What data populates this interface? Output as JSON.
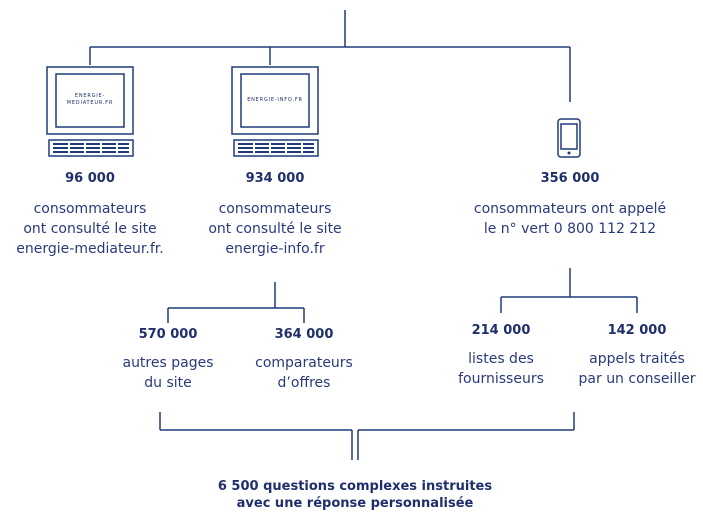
{
  "colors": {
    "stroke": "#1f3b7a",
    "text": "#1f2f6b"
  },
  "top": {
    "site_mediateur": {
      "screen_label_line1": "ENERGIE-",
      "screen_label_line2": "MEDIATEUR.FR",
      "value": "96 000",
      "description": [
        "consommateurs",
        "ont consulté le site",
        "energie-mediateur.fr."
      ]
    },
    "site_info": {
      "screen_label": "ENERGIE-INFO.FR",
      "value": "934 000",
      "description": [
        "consommateurs",
        "ont consulté le site",
        "energie-info.fr"
      ]
    },
    "phone": {
      "value": "356 000",
      "description": [
        "consommateurs ont appelé",
        "le n° vert 0 800 112 212"
      ]
    }
  },
  "middle": {
    "autres_pages": {
      "value": "570 000",
      "description": [
        "autres pages",
        "du site"
      ]
    },
    "comparateurs": {
      "value": "364 000",
      "description": [
        "comparateurs",
        "d’offres"
      ]
    },
    "listes": {
      "value": "214 000",
      "description": [
        "listes des",
        "fournisseurs"
      ]
    },
    "appels": {
      "value": "142 000",
      "description": [
        "appels traités",
        "par un conseiller"
      ]
    }
  },
  "final": {
    "line1": "6 500 questions complexes instruites",
    "line2": "avec une réponse personnalisée"
  }
}
